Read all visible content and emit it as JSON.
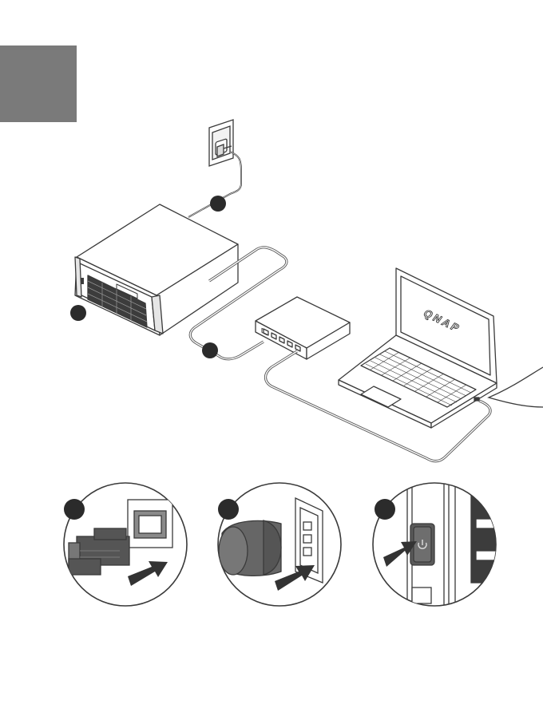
{
  "laptop": {
    "logo_text": "QNAP"
  },
  "colors": {
    "tab": "#7a7a7a",
    "line": "#3a3a3a",
    "badge": "#2b2b2b",
    "cable": "#555555",
    "arrow": "#333333",
    "device_fill": "#ffffff",
    "accent_fill": "#8a8a8a"
  },
  "icons": {
    "power_outlet": "wall-outlet-icon",
    "nas": "nas-enclosure-icon",
    "switch": "network-switch-icon",
    "laptop": "laptop-icon",
    "ethernet_plug": "rj45-plug-icon",
    "power_plug": "iec-power-plug-icon",
    "power_button": "power-button-icon",
    "insert_arrow": "arrow-right-icon"
  },
  "steps": [
    {
      "id": "ethernet",
      "icon": "rj45-plug-icon"
    },
    {
      "id": "power",
      "icon": "iec-power-plug-icon"
    },
    {
      "id": "power-on",
      "icon": "power-button-icon"
    }
  ]
}
